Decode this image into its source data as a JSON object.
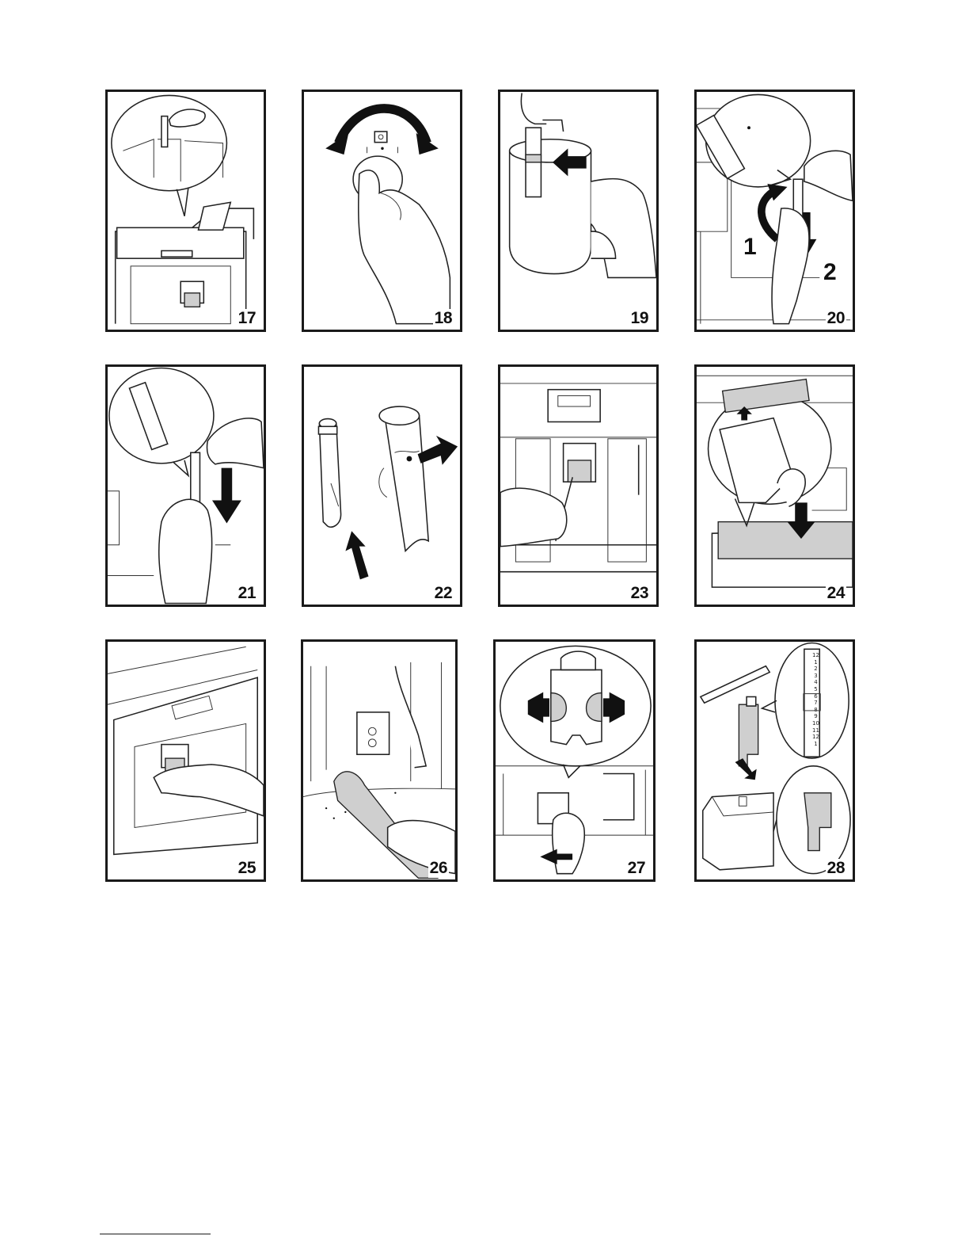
{
  "figures": [
    {
      "number": "17",
      "subject": "dispenser-lever-icon"
    },
    {
      "number": "18",
      "subject": "rotary-knob-icon"
    },
    {
      "number": "19",
      "subject": "milk-pitcher-icon"
    },
    {
      "number": "20",
      "subject": "milk-tube-removal-icon",
      "step_labels": [
        "1",
        "2"
      ]
    },
    {
      "number": "21",
      "subject": "milk-tube-pull-icon"
    },
    {
      "number": "22",
      "subject": "milk-tube-parts-icon"
    },
    {
      "number": "23",
      "subject": "nozzle-cleaning-icon"
    },
    {
      "number": "24",
      "subject": "drip-tray-icon"
    },
    {
      "number": "25",
      "subject": "wipe-cloth-icon"
    },
    {
      "number": "26",
      "subject": "vacuum-nozzle-icon"
    },
    {
      "number": "27",
      "subject": "brew-unit-icon"
    },
    {
      "number": "28",
      "subject": "water-filter-icon",
      "scale_top": [
        "12",
        "1",
        "2",
        "3",
        "4",
        "5",
        "6",
        "7",
        "8",
        "9",
        "10",
        "11",
        "12",
        "1"
      ]
    }
  ]
}
